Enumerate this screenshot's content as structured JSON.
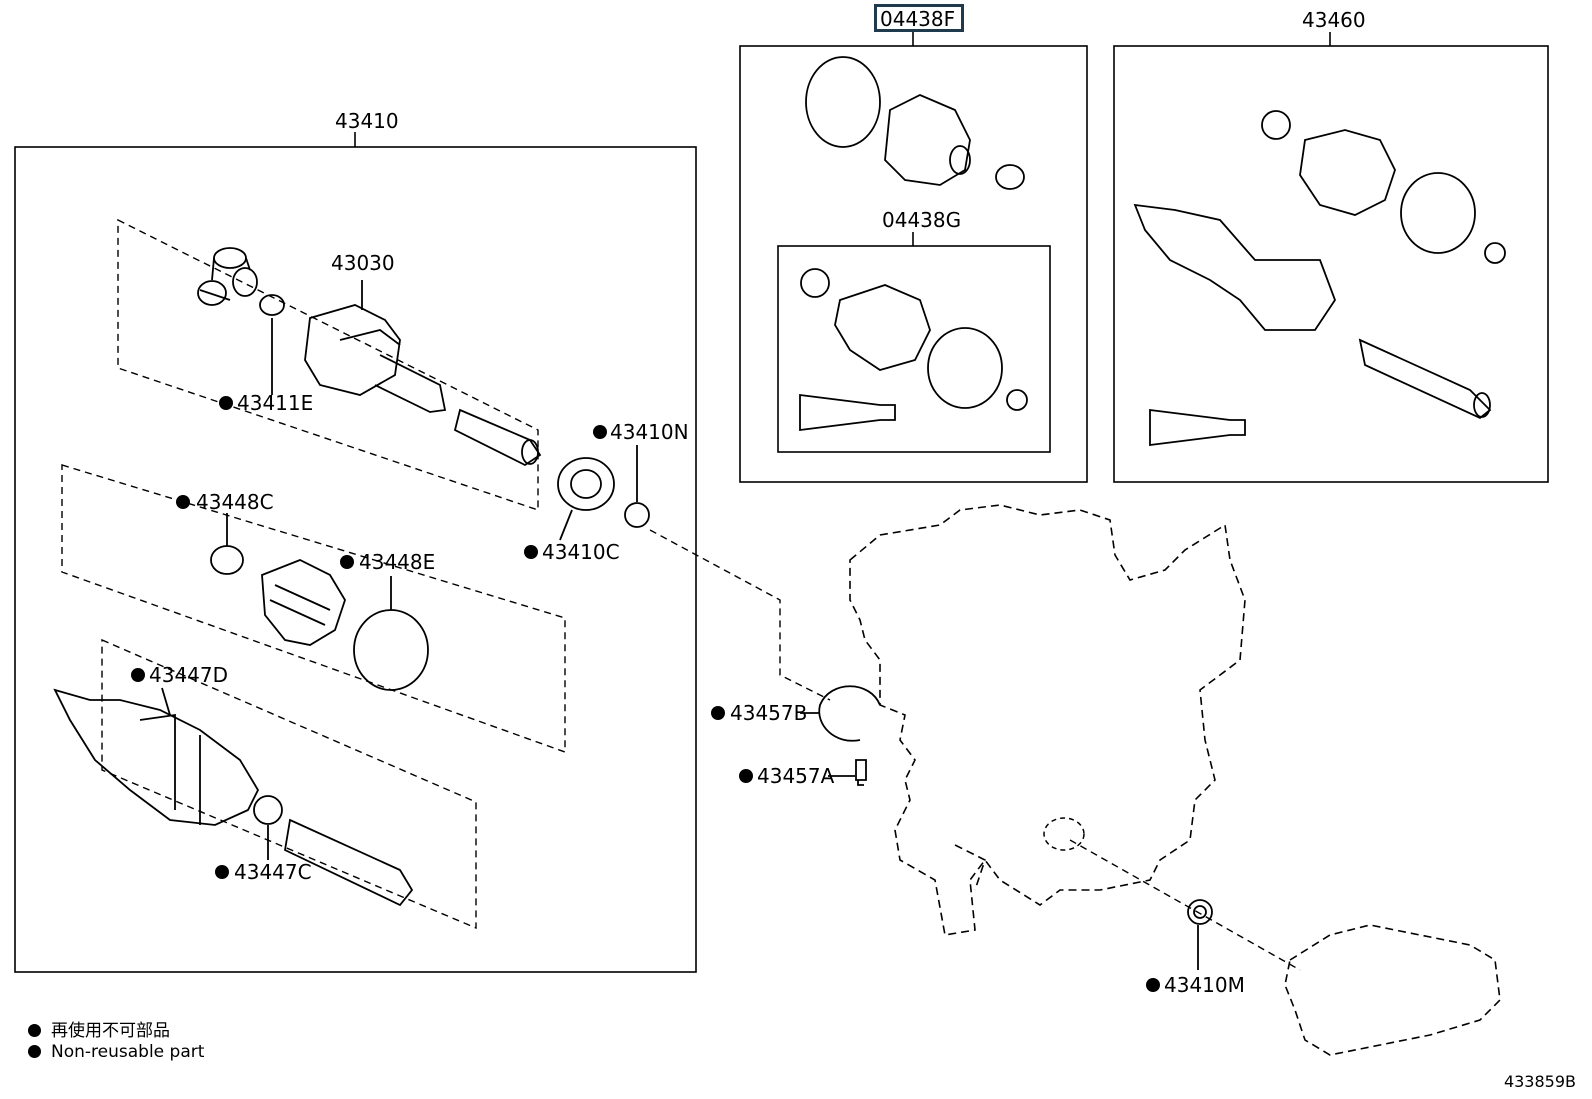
{
  "highlighted_part": "04438F",
  "drawing_number": "433859B",
  "legend": {
    "japanese": "再使用不可部品",
    "english": "Non-reusable part"
  },
  "callouts": {
    "p43410": "43410",
    "p43030": "43030",
    "p43411E": "43411E",
    "p43410N": "43410N",
    "p43410C": "43410C",
    "p43448C": "43448C",
    "p43448E": "43448E",
    "p43447D": "43447D",
    "p43447C": "43447C",
    "p04438F": "04438F",
    "p04438G": "04438G",
    "p43460": "43460",
    "p43457B": "43457B",
    "p43457A": "43457A",
    "p43410M": "43410M"
  }
}
